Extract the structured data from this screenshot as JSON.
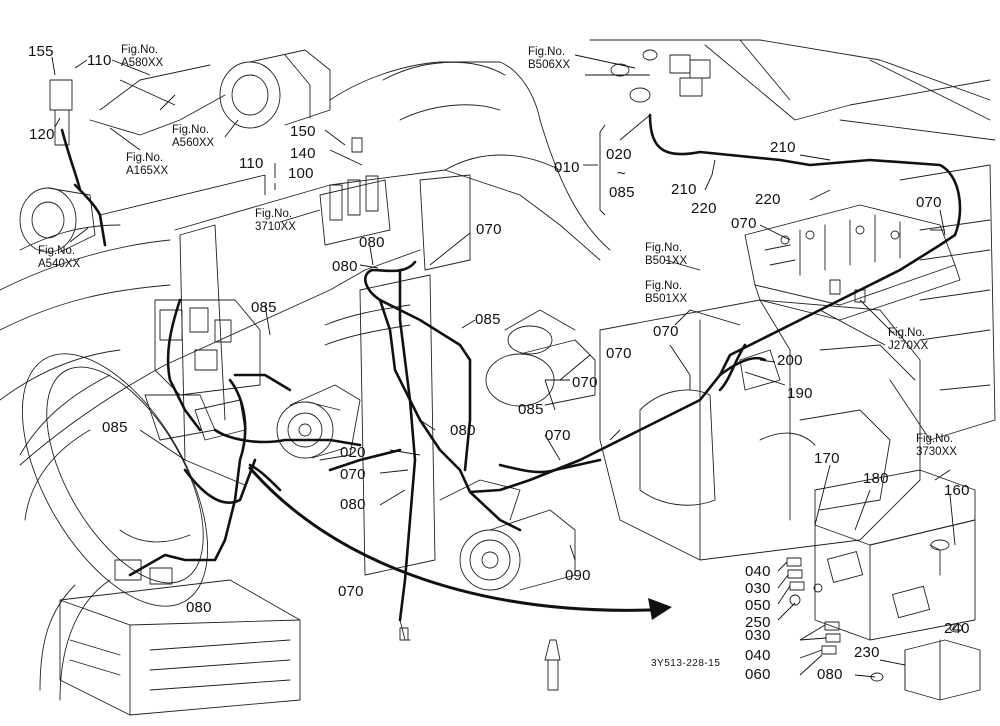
{
  "diagram": {
    "drawing_code": "3Y513-228-15",
    "figure_refs": [
      {
        "id": "a580",
        "line1": "Fig.No.",
        "line2": "A580XX"
      },
      {
        "id": "a560",
        "line1": "Fig.No.",
        "line2": "A560XX"
      },
      {
        "id": "a165",
        "line1": "Fig.No.",
        "line2": "A165XX"
      },
      {
        "id": "a540",
        "line1": "Fig.No.",
        "line2": "A540XX"
      },
      {
        "id": "3710",
        "line1": "Fig.No.",
        "line2": "3710XX"
      },
      {
        "id": "b506",
        "line1": "Fig.No.",
        "line2": "B506XX"
      },
      {
        "id": "b501a",
        "line1": "Fig.No.",
        "line2": "B501XX"
      },
      {
        "id": "b501b",
        "line1": "Fig.No.",
        "line2": "B501XX"
      },
      {
        "id": "j270",
        "line1": "Fig.No.",
        "line2": "J270XX"
      },
      {
        "id": "3730",
        "line1": "Fig.No.",
        "line2": "3730XX"
      }
    ],
    "callouts": [
      {
        "id": "c155",
        "text": "155"
      },
      {
        "id": "c110a",
        "text": "110"
      },
      {
        "id": "c120",
        "text": "120"
      },
      {
        "id": "c110b",
        "text": "110"
      },
      {
        "id": "c100",
        "text": "100"
      },
      {
        "id": "c150",
        "text": "150"
      },
      {
        "id": "c140",
        "text": "140"
      },
      {
        "id": "c080a",
        "text": "080"
      },
      {
        "id": "c080b",
        "text": "080"
      },
      {
        "id": "c070a",
        "text": "070"
      },
      {
        "id": "c085a",
        "text": "085"
      },
      {
        "id": "c085b",
        "text": "085"
      },
      {
        "id": "c070b",
        "text": "070"
      },
      {
        "id": "c085c",
        "text": "085"
      },
      {
        "id": "c080c",
        "text": "080"
      },
      {
        "id": "c020a",
        "text": "020"
      },
      {
        "id": "c070c",
        "text": "070"
      },
      {
        "id": "c080d",
        "text": "080"
      },
      {
        "id": "c070d",
        "text": "070"
      },
      {
        "id": "c085d",
        "text": "085"
      },
      {
        "id": "c080e",
        "text": "080"
      },
      {
        "id": "c010",
        "text": "010"
      },
      {
        "id": "c020b",
        "text": "020"
      },
      {
        "id": "tilde",
        "text": "~"
      },
      {
        "id": "c085e",
        "text": "085"
      },
      {
        "id": "c210a",
        "text": "210"
      },
      {
        "id": "c210b",
        "text": "210"
      },
      {
        "id": "c220a",
        "text": "220"
      },
      {
        "id": "c220b",
        "text": "220"
      },
      {
        "id": "c070e",
        "text": "070"
      },
      {
        "id": "c070f",
        "text": "070"
      },
      {
        "id": "c070g",
        "text": "070"
      },
      {
        "id": "c070h",
        "text": "070"
      },
      {
        "id": "c200",
        "text": "200"
      },
      {
        "id": "c190",
        "text": "190"
      },
      {
        "id": "c070i",
        "text": "070"
      },
      {
        "id": "c090",
        "text": "090"
      },
      {
        "id": "c170",
        "text": "170"
      },
      {
        "id": "c180",
        "text": "180"
      },
      {
        "id": "c160",
        "text": "160"
      },
      {
        "id": "c040a",
        "text": "040"
      },
      {
        "id": "c030a",
        "text": "030"
      },
      {
        "id": "c050",
        "text": "050"
      },
      {
        "id": "c250",
        "text": "250"
      },
      {
        "id": "c030b",
        "text": "030"
      },
      {
        "id": "c040b",
        "text": "040"
      },
      {
        "id": "c060",
        "text": "060"
      },
      {
        "id": "c080f",
        "text": "080"
      },
      {
        "id": "c230",
        "text": "230"
      },
      {
        "id": "c240",
        "text": "240"
      }
    ]
  }
}
